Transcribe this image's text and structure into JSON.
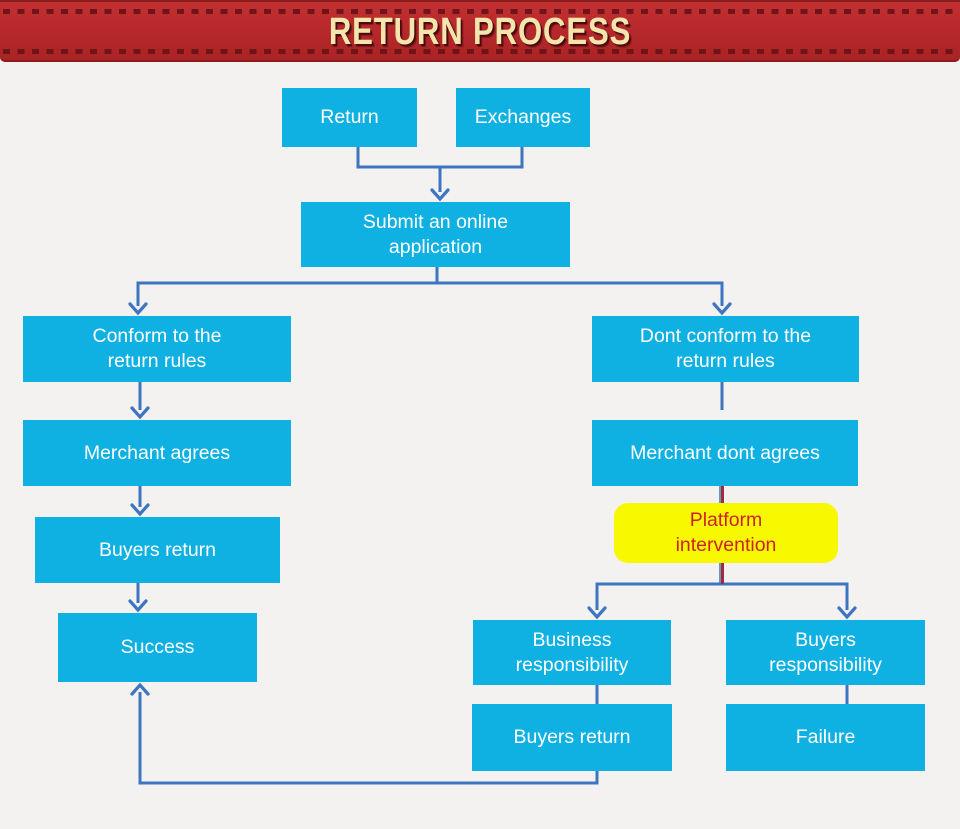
{
  "banner": {
    "title": "RETURN PROCESS"
  },
  "colors": {
    "page_background": "#f3f2f0",
    "banner_red": "#b7292c",
    "banner_dash": "#6f1417",
    "banner_title_cream": "#f3e6ac",
    "node_cyan": "#0fb1e2",
    "node_text": "#ffffff",
    "connector_blue": "#3d75c0",
    "connector_red": "#9e2d34",
    "highlight_yellow": "#f8f800",
    "highlight_text_red": "#cb2420"
  },
  "nodes": {
    "return": {
      "label": "Return"
    },
    "exchanges": {
      "label": "Exchanges"
    },
    "submit": {
      "label": "Submit an online\napplication"
    },
    "conform": {
      "label": "Conform to the\nreturn rules"
    },
    "merchant_agrees": {
      "label": "Merchant agrees"
    },
    "buyers_return_left": {
      "label": "Buyers return"
    },
    "success": {
      "label": "Success"
    },
    "dont_conform": {
      "label": "Dont conform to the\nreturn rules"
    },
    "merchant_dont_agrees": {
      "label": "Merchant dont agrees"
    },
    "platform": {
      "label": "Platform\nintervention"
    },
    "business_responsibility": {
      "label": "Business\nresponsibility"
    },
    "buyers_responsibility": {
      "label": "Buyers\nresponsibility"
    },
    "buyers_return_bottom": {
      "label": "Buyers return"
    },
    "failure": {
      "label": "Failure"
    }
  },
  "edges": [
    {
      "from": "return",
      "to": "submit",
      "arrow": true,
      "color": "blue"
    },
    {
      "from": "exchanges",
      "to": "submit",
      "arrow": true,
      "color": "blue"
    },
    {
      "from": "submit",
      "to": "conform",
      "arrow": true,
      "color": "blue"
    },
    {
      "from": "submit",
      "to": "dont_conform",
      "arrow": true,
      "color": "blue"
    },
    {
      "from": "conform",
      "to": "merchant_agrees",
      "arrow": true,
      "color": "blue"
    },
    {
      "from": "merchant_agrees",
      "to": "buyers_return_left",
      "arrow": true,
      "color": "blue"
    },
    {
      "from": "buyers_return_left",
      "to": "success",
      "arrow": true,
      "color": "blue"
    },
    {
      "from": "dont_conform",
      "to": "merchant_dont_agrees",
      "arrow": true,
      "color": "blue"
    },
    {
      "from": "merchant_dont_agrees",
      "to": "platform",
      "arrow": false,
      "color": "red"
    },
    {
      "from": "platform",
      "to": "business_responsibility",
      "arrow": true,
      "color": "blue"
    },
    {
      "from": "platform",
      "to": "buyers_responsibility",
      "arrow": true,
      "color": "blue"
    },
    {
      "from": "business_responsibility",
      "to": "buyers_return_bottom",
      "arrow": false,
      "color": "blue"
    },
    {
      "from": "buyers_responsibility",
      "to": "failure",
      "arrow": false,
      "color": "blue"
    },
    {
      "from": "buyers_return_bottom",
      "to": "success",
      "arrow": true,
      "color": "blue"
    }
  ]
}
